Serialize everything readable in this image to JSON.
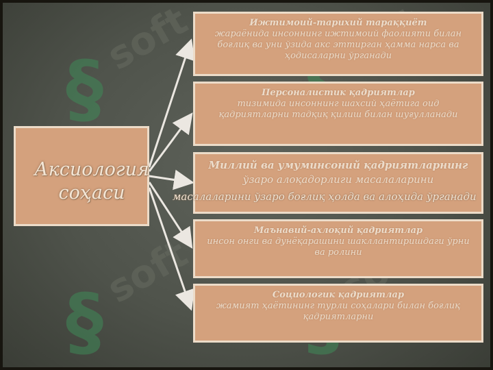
{
  "main": {
    "title": "Аксиология соҳаси"
  },
  "boxes": [
    {
      "title": "Ижтимоий-тарихий тараққиёт",
      "text": "жараёнида инсоннинг ижтимоий фаолияти билан боғлиқ ва уни ўзида акс эттирган ҳамма нарса ва ҳодисаларни ўрганади"
    },
    {
      "title": "Персоналистик қадриятлар",
      "text": "тизимида инсоннинг шахсий ҳаётига оид қадриятларни тадқиқ қилиш билан шуғулланади"
    },
    {
      "title": "Миллий ва умуминсоний қадриятларнинг",
      "text": "ўзаро алоқадорлиги масалаларини"
    },
    {
      "title": "Маънавий-ахлоқий қадриятлар",
      "text": "инсон онги ва дунёқарашини шакллантиришдаги ўрни ва ролини"
    },
    {
      "title": "Социологик қадриятлар",
      "text": "жамият ҳаётининг турли соҳалари билан боғлиқ қадриятларни"
    }
  ],
  "overflow_text": "масалаларини ўзаро боғлиқ ҳолда ва алоҳида ўрганади",
  "watermark": "soft",
  "colors": {
    "box": "#d4a17d",
    "border": "#ecdcc9",
    "arrow": "#ebe7e1",
    "background": "#555950"
  }
}
